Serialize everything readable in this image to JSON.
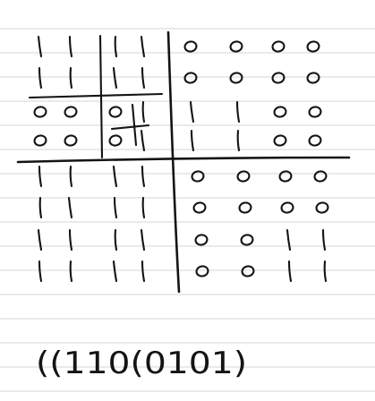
{
  "sheet": {
    "paper_color": "#ffffff",
    "rule_color": "#d4d4d4",
    "ink_color": "#141414"
  },
  "matrix": {
    "rows": [
      [
        "1",
        "1",
        "1",
        "1",
        "0",
        "0",
        "0",
        "0"
      ],
      [
        "1",
        "1",
        "1",
        "1",
        "0",
        "0",
        "0",
        "0"
      ],
      [
        "0",
        "0",
        "0",
        "1",
        "1",
        "1",
        "0",
        "0"
      ],
      [
        "0",
        "0",
        "0",
        "1",
        "1",
        "1",
        "0",
        "0"
      ],
      [
        "1",
        "1",
        "1",
        "1",
        "0",
        "0",
        "0",
        "0"
      ],
      [
        "1",
        "1",
        "1",
        "1",
        "0",
        "0",
        "0",
        "0"
      ],
      [
        "1",
        "1",
        "1",
        "1",
        "0",
        "0",
        "1",
        "1"
      ],
      [
        "1",
        "1",
        "1",
        "1",
        "0",
        "0",
        "1",
        "1"
      ]
    ]
  },
  "bottom_expression": "((110(0101)"
}
